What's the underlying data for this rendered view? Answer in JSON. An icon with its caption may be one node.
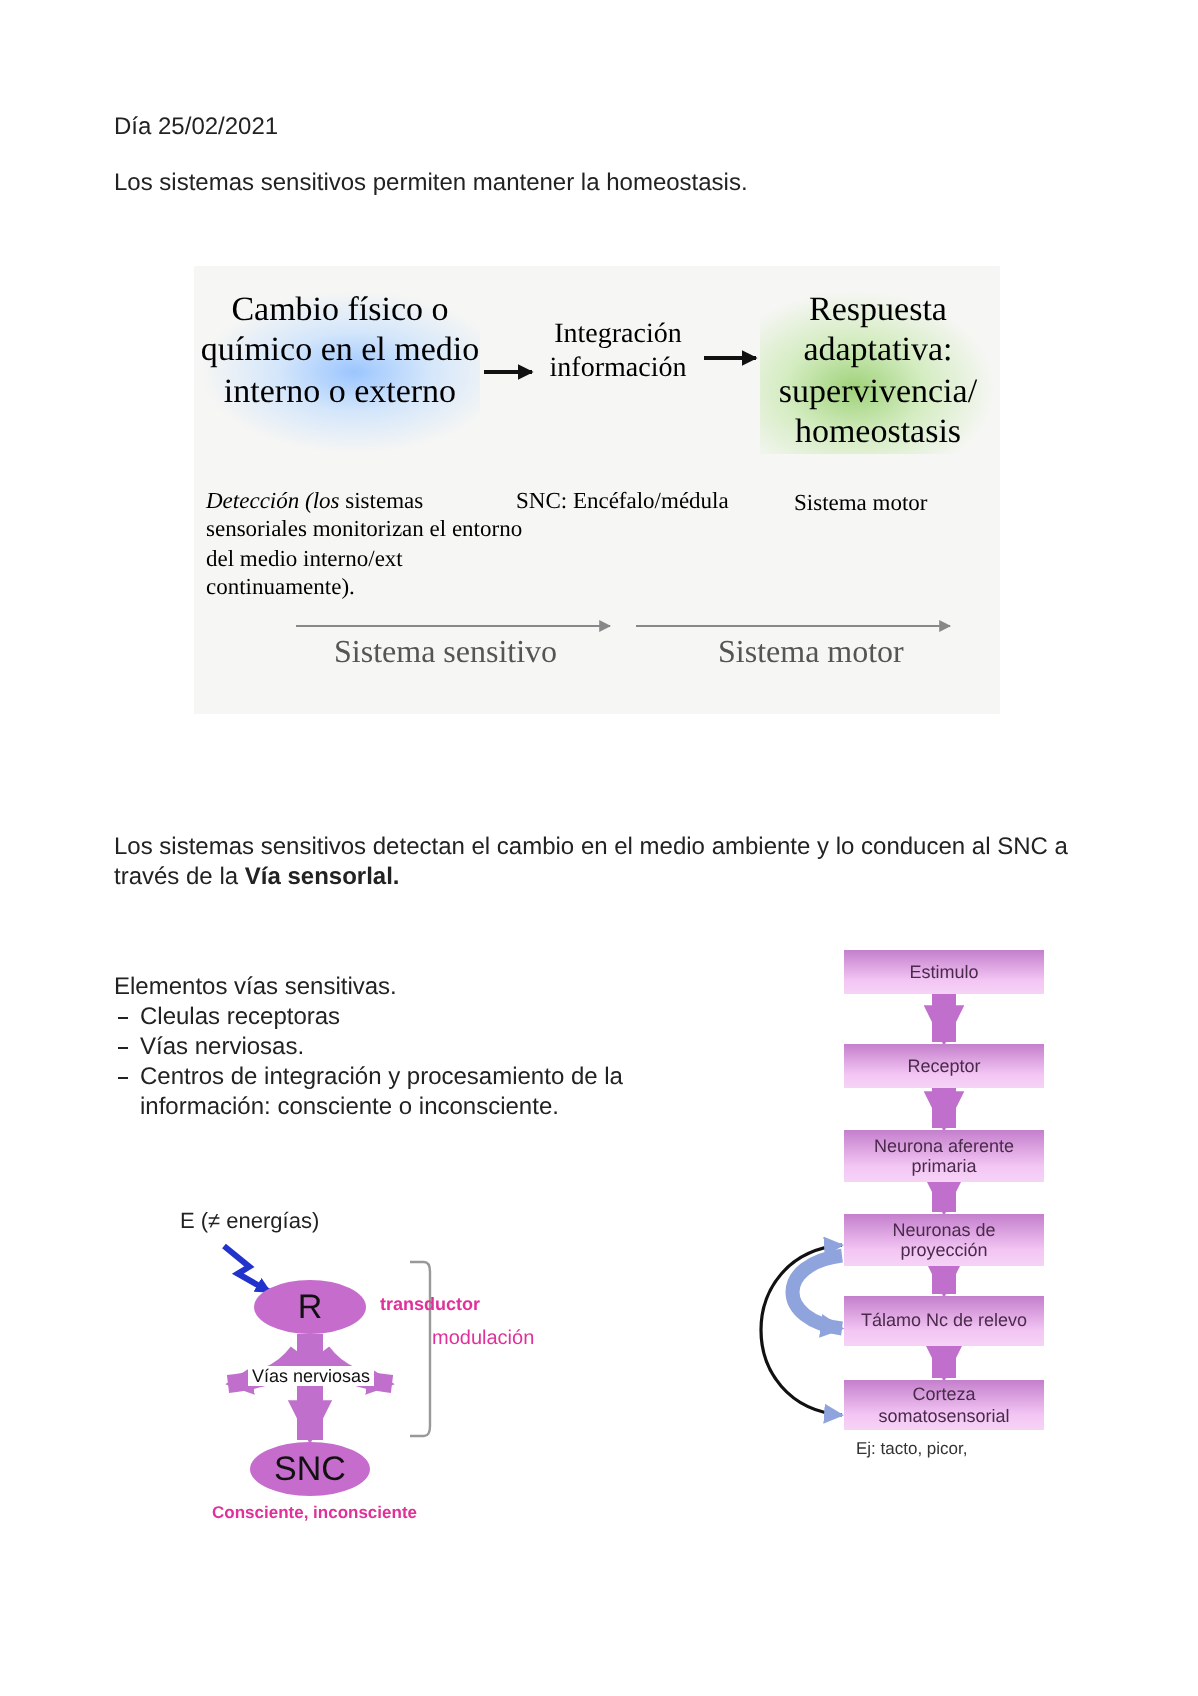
{
  "diagram": {
    "title": "Día 25/02/2021",
    "nodes": [
      {
        "text": [
          "Cambio físico o químico en el medio interno o externo"
        ]
      },
      {
        "text": [
          "Integración información"
        ]
      },
      {
        "text": [
          "Respuesta adaptativa: supervivencia/ homeostasis"
        ]
      },
      {
        "text": [
          "Estimulo"
        ]
      },
      {
        "text": [
          "Receptor"
        ]
      },
      {
        "text": [
          "Neurona aferente primaria"
        ]
      },
      {
        "text": [
          "Neuronas de proyección"
        ]
      },
      {
        "text": [
          "Tálamo Nc de relevo"
        ]
      },
      {
        "text": [
          "Corteza somatosensorial"
        ],
        "beside": [
          "Ej: tacto, picor,"
        ]
      },
      {
        "text": [
          "E (≠ energías)"
        ]
      },
      {
        "text": [
          "R"
        ],
        "beside": [
          "transductor"
        ]
      },
      {
        "text": [
          "SNC"
        ],
        "beside": [
          "Consciente, inconsciente"
        ]
      }
    ],
    "edges": [
      {
        "from": 0,
        "to": 1,
        "arrow": "to",
        "color": "#111111"
      },
      {
        "from": 1,
        "to": 2,
        "arrow": "to",
        "color": "#111111"
      },
      {
        "from": 3,
        "to": 4,
        "arrow": "to"
      },
      {
        "from": 4,
        "to": 5,
        "arrow": "to"
      },
      {
        "from": 5,
        "to": 6,
        "arrow": "to"
      },
      {
        "from": 6,
        "to": 7,
        "arrow": "to"
      },
      {
        "from": 7,
        "to": 8,
        "arrow": "to"
      },
      {
        "from": 6,
        "to": 7,
        "arrow": "to",
        "color": "#8fa3dc"
      },
      {
        "from": 6,
        "to": 8,
        "arrow": "both",
        "color": "#111111"
      },
      {
        "from": 9,
        "to": 10,
        "arrow": "to",
        "color": "#2233cc"
      },
      {
        "from": 10,
        "to": 11,
        "arrow": "to",
        "label": "Vías nerviosas"
      }
    ],
    "labels": [
      "Los sistemas sensitivos permiten mantener la homeostasis.",
      "*Detección (los* sistemas sensoriales monitorizan el entorno del medio interno/ext continuamente).",
      "SNC: Encéfalo/médula",
      "Sistema motor",
      "Sistema sensitivo",
      "Sistema motor",
      "Los sistemas sensitivos detectan el cambio en el medio ambiente y lo conducen al SNC a través de la **Vía sensorlal.**",
      "Elementos vías sensitivas.",
      "Cleulas receptoras",
      "Vías nerviosas.",
      "Centros de integración y procesamiento de la información: consciente o inconsciente.",
      "modulación"
    ]
  }
}
